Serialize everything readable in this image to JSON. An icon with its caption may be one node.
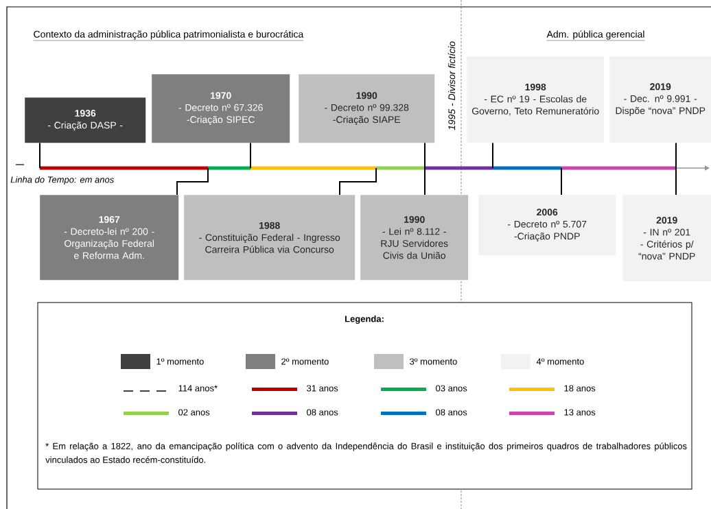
{
  "diagram": {
    "nodes": [
      {
        "text": [
          "1936",
          "- Criação DASP -"
        ]
      },
      {
        "text": [
          "1970",
          "- Decreto nº 67.326 -Criação SIPEC"
        ]
      },
      {
        "text": [
          "1990",
          "- Decreto nº 99.328 -Criação SIAPE"
        ]
      },
      {
        "text": [
          "1998",
          "- EC nº 19 - Escolas de Governo, Teto Remuneratório"
        ]
      },
      {
        "text": [
          "2019",
          "- Dec. nº 9.991 - Dispõe “nova” PNDP"
        ]
      },
      {
        "text": [
          "1967",
          "- Decreto-lei nº 200 -Organização Federal e Reforma Adm."
        ]
      },
      {
        "text": [
          "1988",
          "- Constituição Federal - Ingresso Carreira Pública via Concurso"
        ]
      },
      {
        "text": [
          "1990",
          "- Lei nº 8.112 - RJU Servidores Civis da União"
        ]
      },
      {
        "text": [
          "2006",
          "- Decreto nº 5.707 -Criação PNDP"
        ]
      },
      {
        "text": [
          "2019",
          "- IN nº 201 - Critérios p/ “nova” PNDP"
        ]
      }
    ],
    "edges": [
      {
        "from": 0,
        "to": null,
        "arrow": "none"
      },
      {
        "from": 1,
        "to": null,
        "arrow": "none"
      },
      {
        "from": 2,
        "to": null,
        "arrow": "none"
      },
      {
        "from": 3,
        "to": null,
        "arrow": "none"
      },
      {
        "from": 4,
        "to": null,
        "arrow": "none"
      },
      {
        "from": 5,
        "to": null,
        "arrow": "none"
      },
      {
        "from": 6,
        "to": null,
        "arrow": "none"
      },
      {
        "from": 7,
        "to": null,
        "arrow": "none"
      },
      {
        "from": 8,
        "to": null,
        "arrow": "none"
      },
      {
        "from": 9,
        "to": null,
        "arrow": "none"
      }
    ],
    "labels": [
      "Contexto da administração pública patrimonialista e burocrática",
      "1995 - Divisor fictício",
      "Adm. pública gerencial",
      "Linha do Tempo: em anos",
      "Legenda:",
      "* Em relação a 1822, ano da emancipação política com o advento da Independência do Brasil e instituição dos primeiros quadros de trabalhadores públicos vinculados ao Estado recém-constituído."
    ],
    "legend": [
      {
        "text": "1º momento",
        "color": "#404040"
      },
      {
        "text": "2º momento",
        "color": "#7f7f7f"
      },
      {
        "text": "3º momento",
        "color": "#bfbfbf"
      },
      {
        "text": "4º momento",
        "color": "#f2f2f2"
      },
      {
        "text": "114 anos*"
      },
      {
        "text": "31 anos",
        "color": "#c00000"
      },
      {
        "text": "03 anos",
        "color": "#00b050"
      },
      {
        "text": "18 anos",
        "color": "#ffc000"
      },
      {
        "text": "02 anos",
        "color": "#92d050"
      },
      {
        "text": "08 anos",
        "color": "#7030a0"
      },
      {
        "text": "08 anos",
        "color": "#0070c0"
      },
      {
        "text": "13 anos",
        "color": "#cc44aa"
      }
    ]
  }
}
